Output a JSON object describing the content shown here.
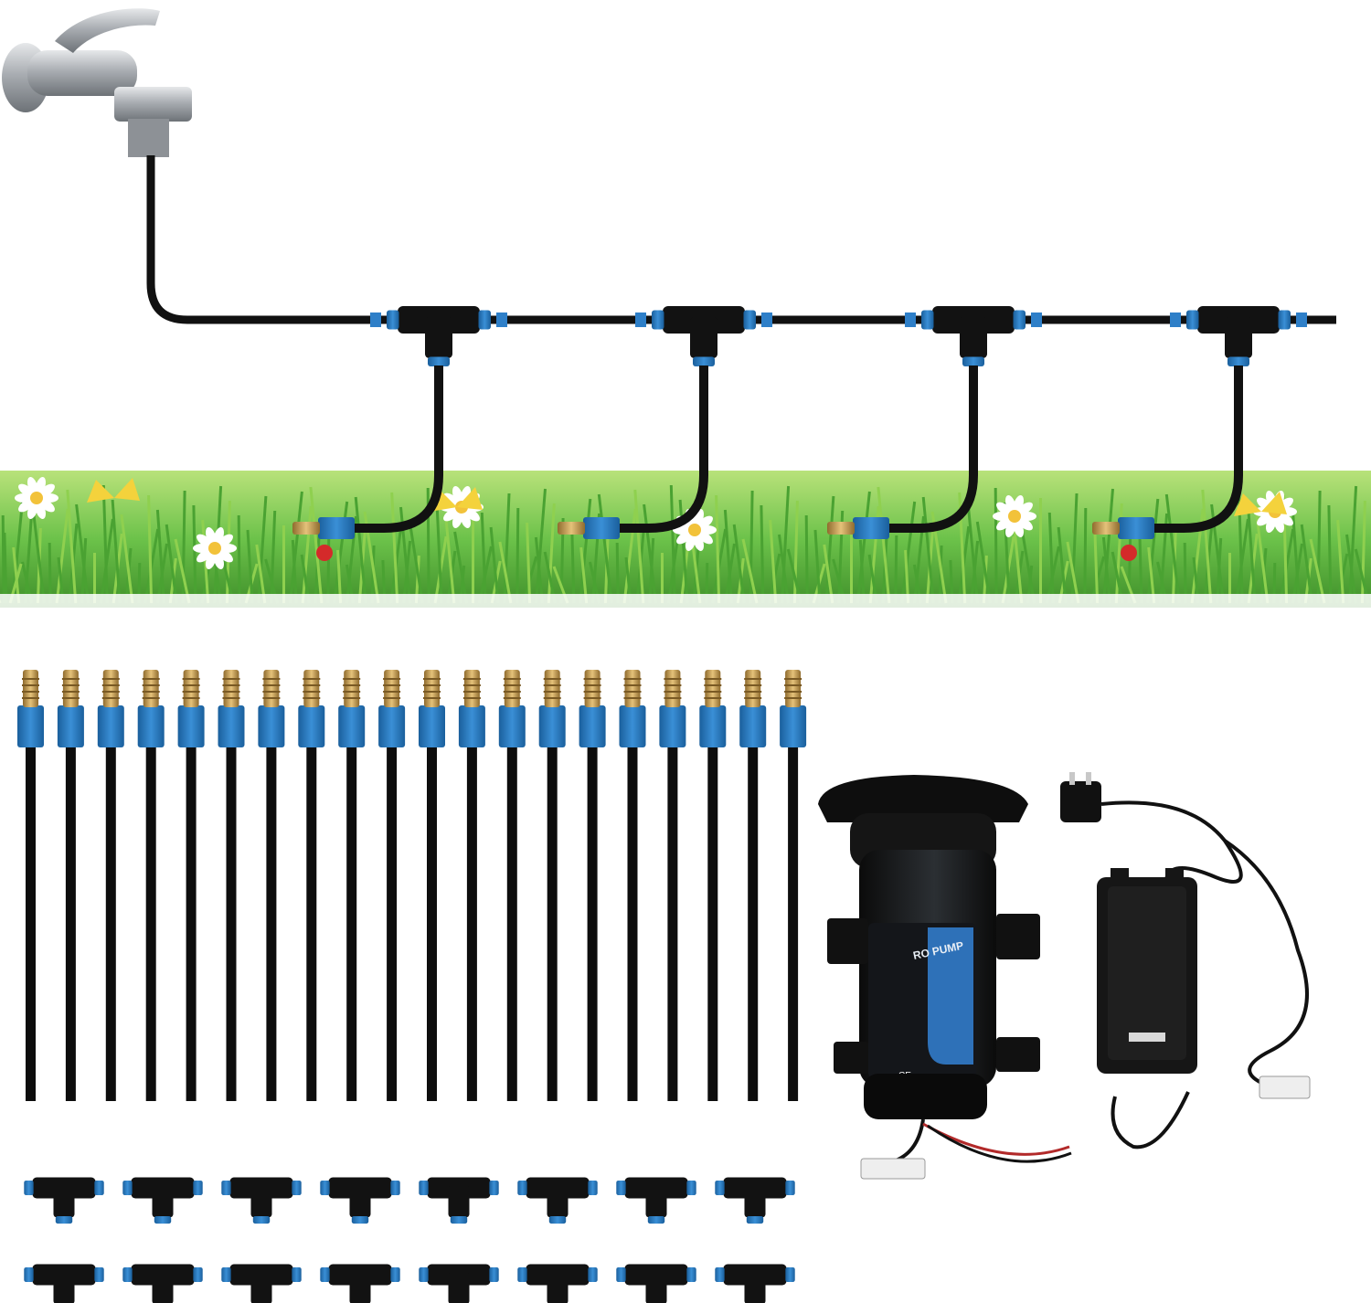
{
  "product": {
    "pump_label": "RO PUMP",
    "ce_mark": "CE"
  },
  "colors": {
    "tube": "#111111",
    "connector_blue": "#1f6fb4",
    "connector_blue_light": "#3a8fd6",
    "brass": "#c9a15a",
    "brass_dark": "#8f6b2e",
    "grass_dark": "#3f8f2a",
    "grass_light": "#8fd04f",
    "sky_white": "#ffffff",
    "faucet_steel": "#a9adb2"
  },
  "icons": {
    "faucet": "faucet-icon",
    "tee": "tee-connector-icon",
    "nozzle": "mist-nozzle-icon",
    "pump": "diaphragm-pump-icon",
    "adapter": "power-adapter-icon"
  },
  "counts": {
    "nozzle_tubes": 20,
    "tee_connectors": 16
  }
}
